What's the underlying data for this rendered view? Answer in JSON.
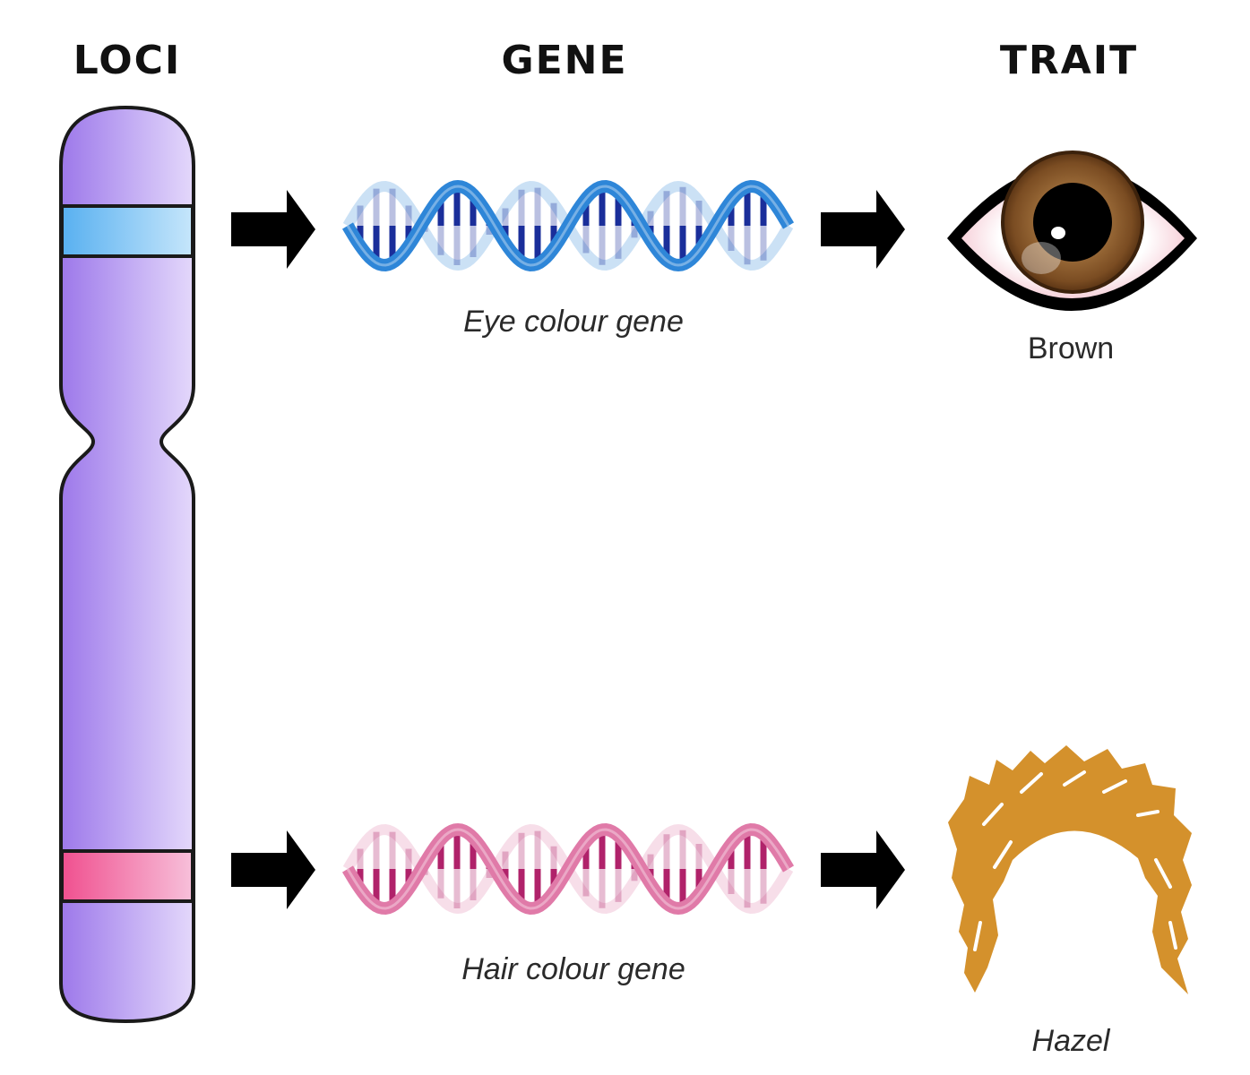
{
  "headers": {
    "loci": "LOCI",
    "gene": "GENE",
    "trait": "TRAIT"
  },
  "rows": [
    {
      "gene_label": "Eye colour gene",
      "trait_label": "Brown",
      "band_color": "#5fb4f0",
      "dna_color": "#2e86d8",
      "dna_rung_color": "#1a2e9a",
      "trait_icon": "eye-icon"
    },
    {
      "gene_label": "Hair colour gene",
      "trait_label": "Hazel",
      "band_color": "#f25a9c",
      "dna_color": "#e07aa8",
      "dna_rung_color": "#b0226a",
      "trait_icon": "hair-icon"
    }
  ],
  "colors": {
    "chromosome": "#b89cf0",
    "arrow": "#000000",
    "iris": "#8a5a2e",
    "hair": "#d4912c"
  }
}
